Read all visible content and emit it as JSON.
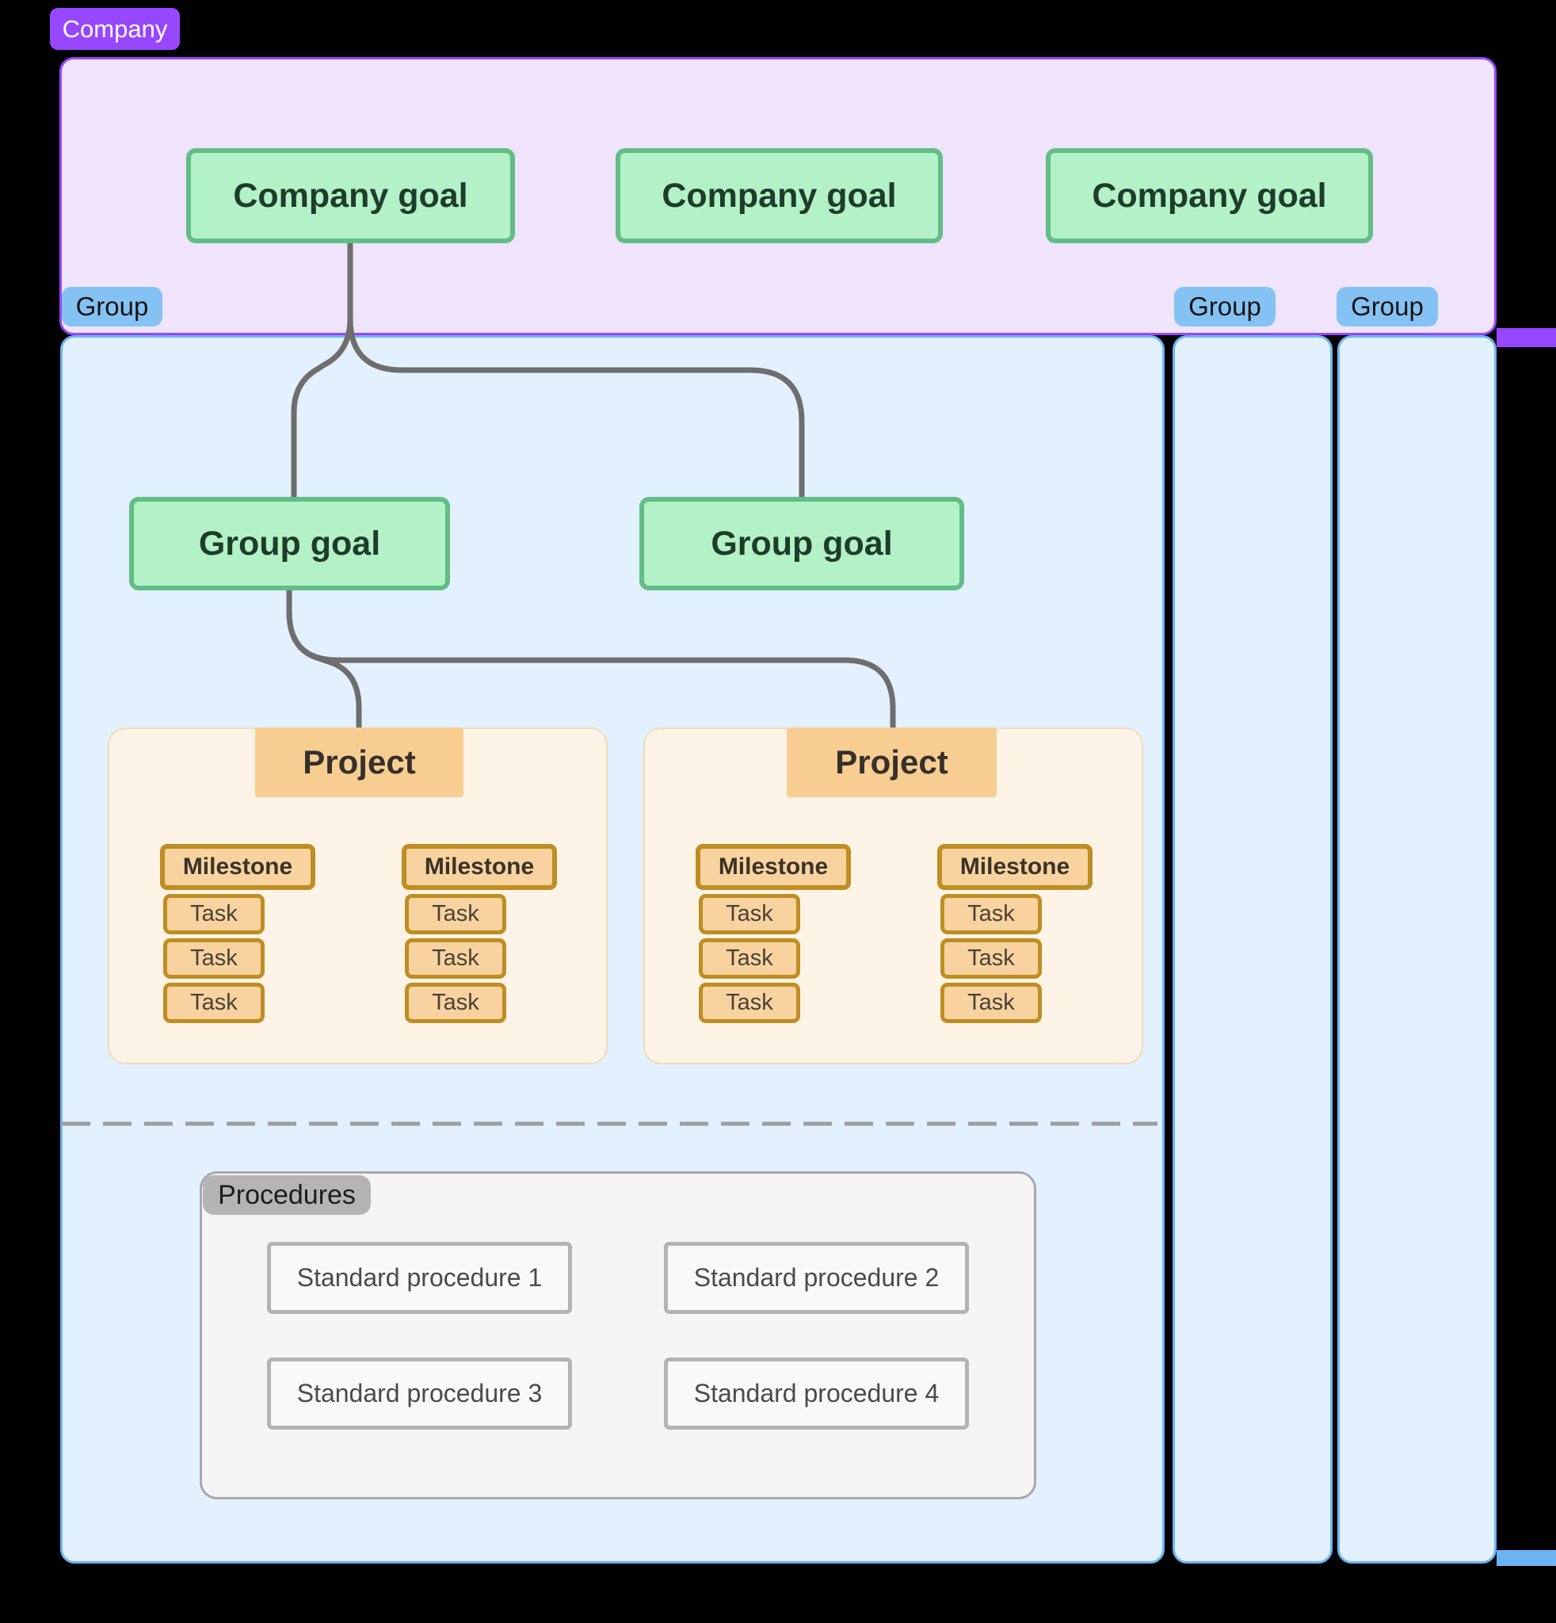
{
  "company": {
    "badge": "Company",
    "goals": [
      "Company goal",
      "Company goal",
      "Company goal"
    ]
  },
  "group": {
    "badges": [
      "Group",
      "Group",
      "Group"
    ],
    "goals": [
      "Group goal",
      "Group goal"
    ]
  },
  "projects": [
    {
      "label": "Project",
      "milestones": [
        {
          "label": "Milestone",
          "tasks": [
            "Task",
            "Task",
            "Task"
          ]
        },
        {
          "label": "Milestone",
          "tasks": [
            "Task",
            "Task",
            "Task"
          ]
        }
      ]
    },
    {
      "label": "Project",
      "milestones": [
        {
          "label": "Milestone",
          "tasks": [
            "Task",
            "Task",
            "Task"
          ]
        },
        {
          "label": "Milestone",
          "tasks": [
            "Task",
            "Task",
            "Task"
          ]
        }
      ]
    }
  ],
  "procedures": {
    "label": "Procedures",
    "items": [
      "Standard procedure 1",
      "Standard procedure 2",
      "Standard procedure 3",
      "Standard procedure 4"
    ]
  },
  "colors": {
    "purple_accent": "#9747FF",
    "purple_fill": "#F0E3FC",
    "blue_badge": "#85C2F4",
    "blue_border": "#6DB4F4",
    "blue_fill": "#E3F0FD",
    "green_fill": "#B2F2C6",
    "green_border": "#62BD86",
    "cream_fill": "#FDF3E6",
    "orange_tab": "#F7CD92",
    "orange_fill": "#F8D3A0",
    "mustard_border": "#BF8E22",
    "gray_connector": "#6E6E6E",
    "background": "#000000"
  }
}
